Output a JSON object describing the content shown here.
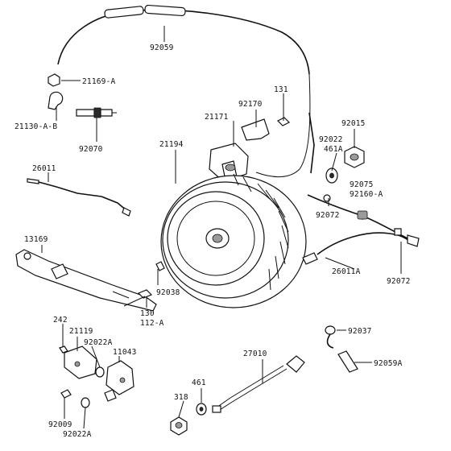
{
  "diagram": {
    "labels": [
      {
        "id": "92059_top",
        "text": "92059"
      },
      {
        "id": "21169A",
        "text": "21169-A"
      },
      {
        "id": "21130AB",
        "text": "21130-A-B"
      },
      {
        "id": "92070",
        "text": "92070"
      },
      {
        "id": "131",
        "text": "131"
      },
      {
        "id": "92170",
        "text": "92170"
      },
      {
        "id": "21171",
        "text": "21171"
      },
      {
        "id": "21194",
        "text": "21194"
      },
      {
        "id": "92015",
        "text": "92015"
      },
      {
        "id": "92022_r",
        "text": "92022"
      },
      {
        "id": "461A",
        "text": "461A"
      },
      {
        "id": "92075",
        "text": "92075"
      },
      {
        "id": "92160A",
        "text": "92160-A"
      },
      {
        "id": "26011",
        "text": "26011"
      },
      {
        "id": "92072_a",
        "text": "92072"
      },
      {
        "id": "13169",
        "text": "13169"
      },
      {
        "id": "26011A",
        "text": "26011A"
      },
      {
        "id": "92072_b",
        "text": "92072"
      },
      {
        "id": "92038",
        "text": "92038"
      },
      {
        "id": "130",
        "text": "130"
      },
      {
        "id": "112A",
        "text": "112-A"
      },
      {
        "id": "242",
        "text": "242"
      },
      {
        "id": "21119",
        "text": "21119"
      },
      {
        "id": "92022A_top",
        "text": "92022A"
      },
      {
        "id": "11043",
        "text": "11043"
      },
      {
        "id": "92037",
        "text": "92037"
      },
      {
        "id": "27010",
        "text": "27010"
      },
      {
        "id": "92059A",
        "text": "92059A"
      },
      {
        "id": "461",
        "text": "461"
      },
      {
        "id": "318",
        "text": "318"
      },
      {
        "id": "92009",
        "text": "92009"
      },
      {
        "id": "92022A_bot",
        "text": "92022A"
      }
    ]
  }
}
